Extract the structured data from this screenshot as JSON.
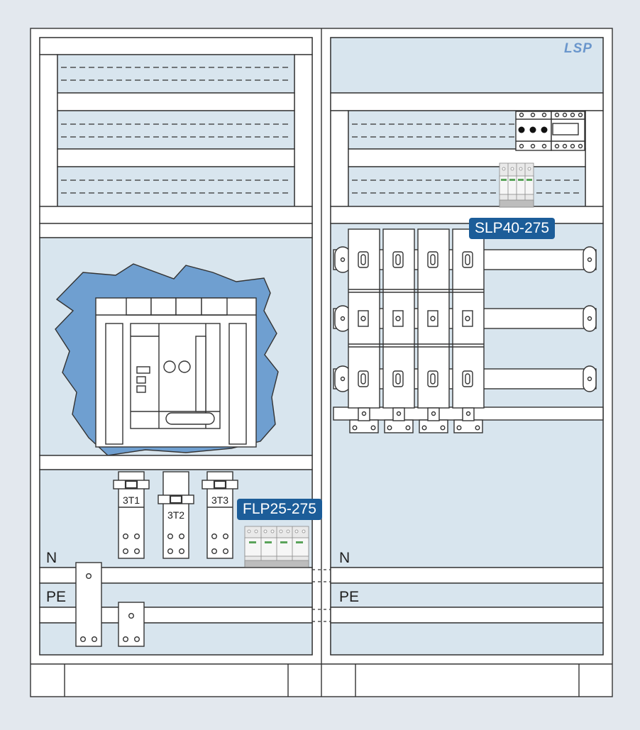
{
  "logo": {
    "text": "LSP"
  },
  "labels": {
    "slp": "SLP40-275",
    "flp": "FLP25-275",
    "n_left": "N",
    "pe_left": "PE",
    "n_right": "N",
    "pe_right": "PE"
  },
  "terminals": [
    "3T1",
    "3T2",
    "3T3"
  ],
  "colors": {
    "background": "#e3e8ee",
    "panel_fill": "#d8e5ee",
    "line": "#333333",
    "breaker_backdrop": "#6f9fd0",
    "tag_fill": "#1c5d99",
    "tag_text": "#ffffff"
  }
}
